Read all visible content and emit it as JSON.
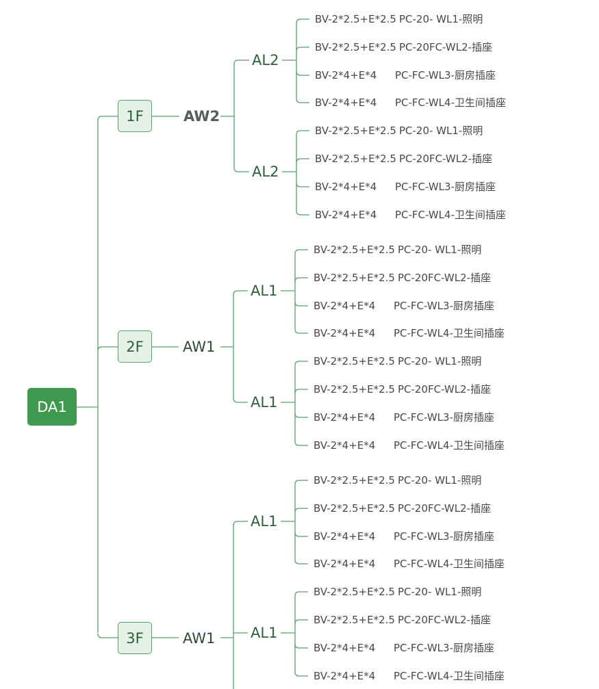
{
  "root": {
    "label": "DA1"
  },
  "floors": [
    {
      "floor": "1F",
      "board": "AW2",
      "panels": [
        {
          "label": "AL2",
          "circuits": [
            {
              "cable": "BV-2*2.5+E*2.5",
              "circuit": "PC-20- WL1-照明"
            },
            {
              "cable": "BV-2*2.5+E*2.5",
              "circuit": "PC-20FC-WL2-插座"
            },
            {
              "cable": "BV-2*4+E*4",
              "circuit": "PC-FC-WL3-厨房插座"
            },
            {
              "cable": "BV-2*4+E*4",
              "circuit": "PC-FC-WL4-卫生间插座"
            }
          ]
        },
        {
          "label": "AL2",
          "circuits": [
            {
              "cable": "BV-2*2.5+E*2.5",
              "circuit": "PC-20- WL1-照明"
            },
            {
              "cable": "BV-2*2.5+E*2.5",
              "circuit": "PC-20FC-WL2-插座"
            },
            {
              "cable": "BV-2*4+E*4",
              "circuit": "PC-FC-WL3-厨房插座"
            },
            {
              "cable": "BV-2*4+E*4",
              "circuit": "PC-FC-WL4-卫生间插座"
            }
          ]
        }
      ]
    },
    {
      "floor": "2F",
      "board": "AW1",
      "panels": [
        {
          "label": "AL1",
          "circuits": [
            {
              "cable": "BV-2*2.5+E*2.5",
              "circuit": "PC-20- WL1-照明"
            },
            {
              "cable": "BV-2*2.5+E*2.5",
              "circuit": "PC-20FC-WL2-插座"
            },
            {
              "cable": "BV-2*4+E*4",
              "circuit": "PC-FC-WL3-厨房插座"
            },
            {
              "cable": "BV-2*4+E*4",
              "circuit": "PC-FC-WL4-卫生间插座"
            }
          ]
        },
        {
          "label": "AL1",
          "circuits": [
            {
              "cable": "BV-2*2.5+E*2.5",
              "circuit": "PC-20- WL1-照明"
            },
            {
              "cable": "BV-2*2.5+E*2.5",
              "circuit": "PC-20FC-WL2-插座"
            },
            {
              "cable": "BV-2*4+E*4",
              "circuit": "PC-FC-WL3-厨房插座"
            },
            {
              "cable": "BV-2*4+E*4",
              "circuit": "PC-FC-WL4-卫生间插座"
            }
          ]
        }
      ]
    },
    {
      "floor": "3F",
      "board": "AW1",
      "panels": [
        {
          "label": "AL1",
          "circuits": [
            {
              "cable": "BV-2*2.5+E*2.5",
              "circuit": "PC-20- WL1-照明"
            },
            {
              "cable": "BV-2*2.5+E*2.5",
              "circuit": "PC-20FC-WL2-插座"
            },
            {
              "cable": "BV-2*4+E*4",
              "circuit": "PC-FC-WL3-厨房插座"
            },
            {
              "cable": "BV-2*4+E*4",
              "circuit": "PC-FC-WL4-卫生间插座"
            }
          ]
        },
        {
          "label": "AL1",
          "circuits": [
            {
              "cable": "BV-2*2.5+E*2.5",
              "circuit": "PC-20- WL1-照明"
            },
            {
              "cable": "BV-2*2.5+E*2.5",
              "circuit": "PC-20FC-WL2-插座"
            },
            {
              "cable": "BV-2*4+E*4",
              "circuit": "PC-FC-WL3-厨房插座"
            },
            {
              "cable": "BV-2*4+E*4",
              "circuit": "PC-FC-WL4-卫生间插座"
            }
          ]
        }
      ]
    }
  ],
  "colors": {
    "root_fill": "#3f9a4f",
    "floor_fill": "#e4f1e6",
    "connector": "#5b9d68"
  }
}
